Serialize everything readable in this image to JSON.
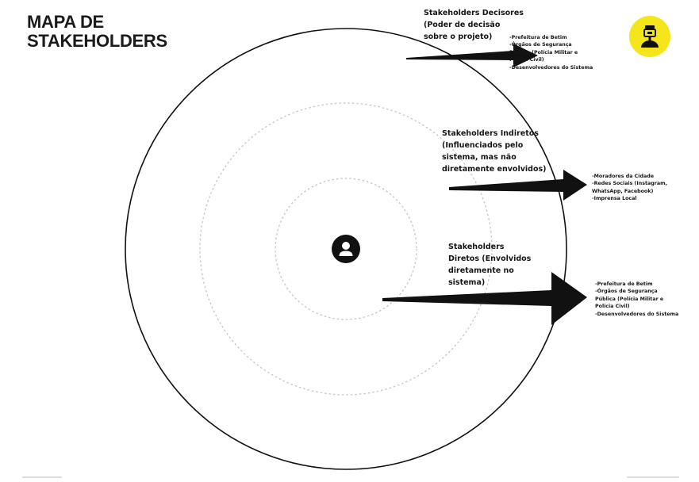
{
  "title": {
    "line1": "MAPA DE",
    "line2": "STAKEHOLDERS"
  },
  "groups": [
    {
      "heading": [
        "Stakeholders Decisores",
        "(Poder de decisão",
        "sobre o projeto)"
      ],
      "items": [
        "-Prefeitura de Betim",
        "-Órgãos de Segurança",
        "Pública (Polícia Militar e",
        "Polícia Civil)",
        "-Desenvolvedores do Sistema"
      ]
    },
    {
      "heading": [
        "Stakeholders Indiretos",
        "(Influenciados pelo",
        "sistema, mas não",
        "diretamente envolvidos)"
      ],
      "items": [
        "-Moradores da Cidade",
        "-Redes Sociais (Instagram,",
        "WhatsApp, Facebook)",
        "-Imprensa Local"
      ]
    },
    {
      "heading": [
        "Stakeholders",
        "Diretos (Envolvidos",
        "diretamente no",
        "sistema)"
      ],
      "items": [
        "-Prefeitura de Betim",
        "-Órgãos de Segurança",
        "Pública (Polícia Militar e",
        "Polícia Civil)",
        "-Desenvolvedores do Sistema"
      ]
    }
  ],
  "icons": {
    "logo": "lamp-logo-icon",
    "center": "person-icon"
  },
  "colors": {
    "logo_background": "#f5e61b",
    "ink": "#111111",
    "dashed_ring": "#c8c8c8"
  }
}
